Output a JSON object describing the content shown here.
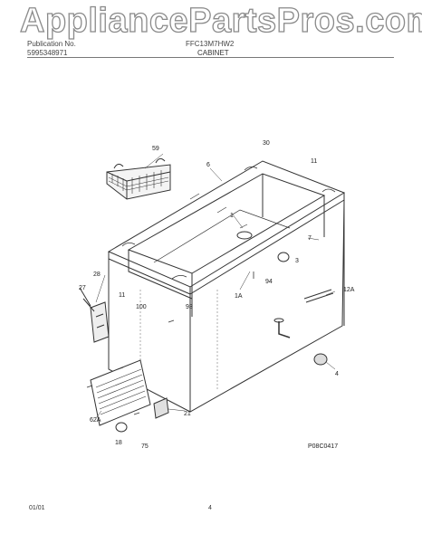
{
  "watermark": "AppliancePartsPros.com",
  "header": {
    "pub_label": "Publication No.",
    "pub_number": "5995348971",
    "model": "FFC13M7HW2",
    "section_title": "CABINET"
  },
  "callouts": [
    "59",
    "30",
    "6",
    "11",
    "1",
    "7",
    "3",
    "28",
    "27",
    "11",
    "94",
    "12A",
    "100",
    "93",
    "1A",
    "4",
    "62A",
    "21",
    "18",
    "75"
  ],
  "figure_code": "P08C0417",
  "footer": {
    "date": "01/01",
    "page": "4"
  }
}
